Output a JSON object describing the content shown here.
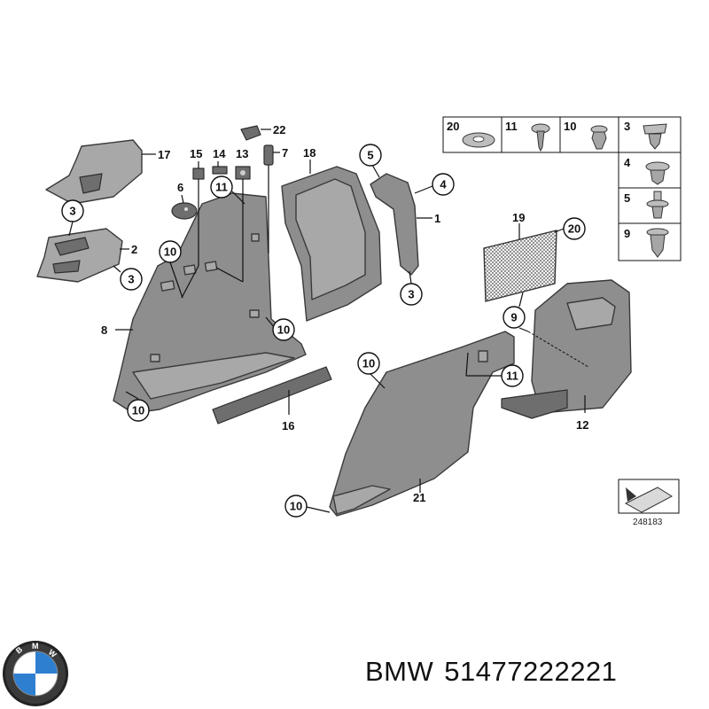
{
  "callouts": {
    "p1": "1",
    "p2": "2",
    "p3a": "3",
    "p3b": "3",
    "p3c": "3",
    "p4": "4",
    "p5": "5",
    "p6": "6",
    "p7": "7",
    "p8": "8",
    "p9": "9",
    "p10a": "10",
    "p10b": "10",
    "p10c": "10",
    "p10d": "10",
    "p10e": "10",
    "p11a": "11",
    "p11b": "11",
    "p12": "12",
    "p13": "13",
    "p14": "14",
    "p15": "15",
    "p16": "16",
    "p17": "17",
    "p18": "18",
    "p19": "19",
    "p20": "20",
    "p21": "21",
    "p22": "22"
  },
  "fastener_table": {
    "top_row": [
      "20",
      "11",
      "10",
      "3"
    ],
    "right_column": [
      "4",
      "5",
      "9"
    ]
  },
  "diagram_number": "248183",
  "brand": "BMW",
  "part_number": "51477222221",
  "colors": {
    "part_fill": "#8e8e8e",
    "outline": "#3a3a3a",
    "logo_blue": "#2f7fd1"
  }
}
